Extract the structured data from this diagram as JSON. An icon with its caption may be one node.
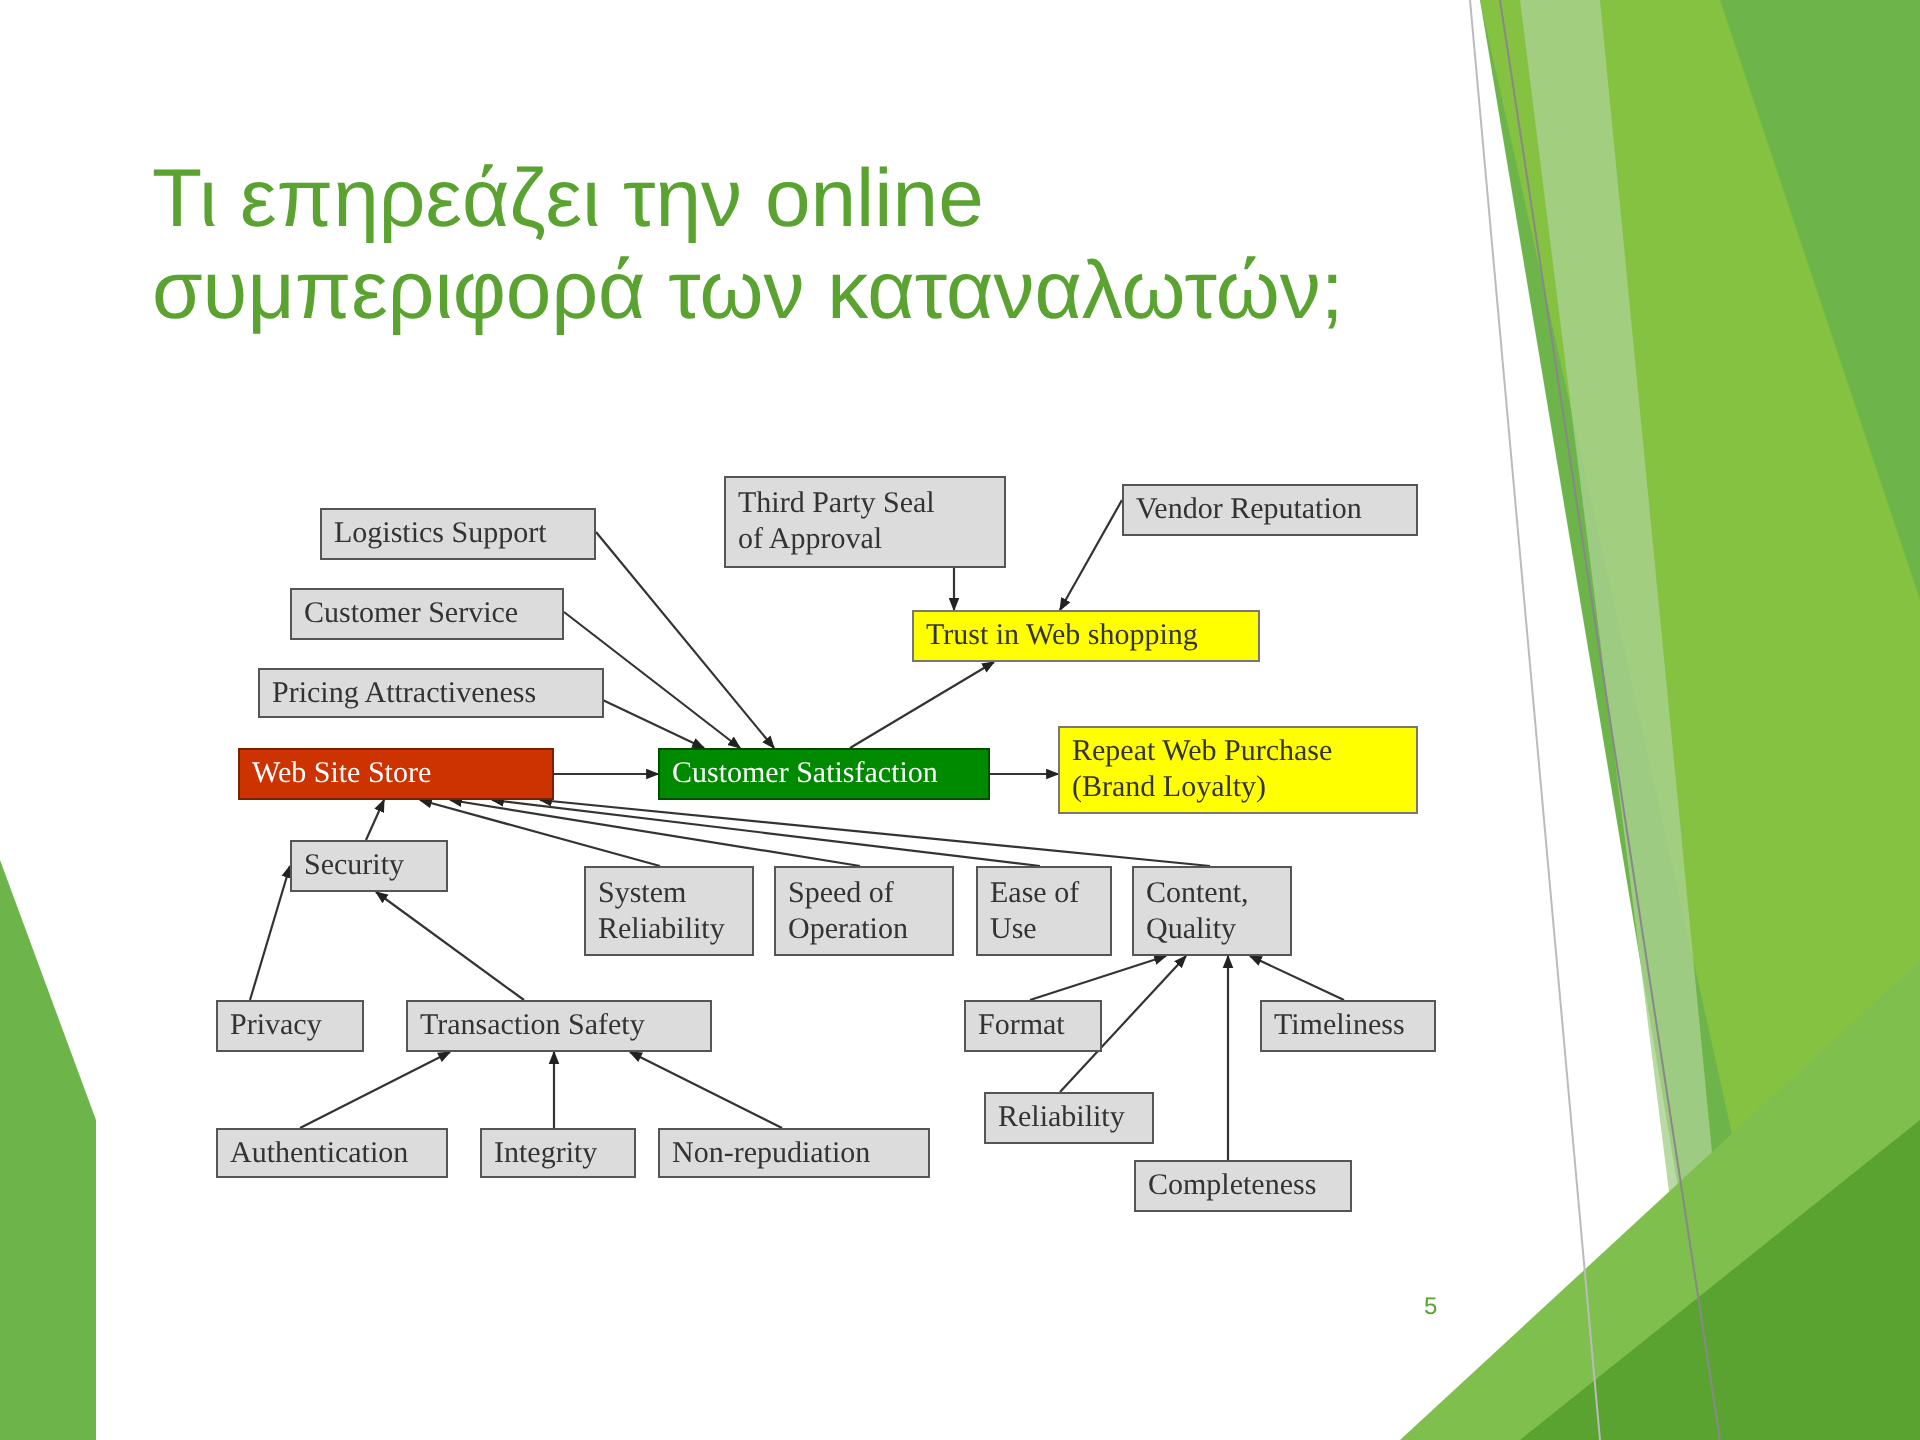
{
  "diagram": {
    "title": "Τι επηρεάζει την online συμπεριφορά των καταναλωτών;",
    "nodes": [
      {
        "text": [
          "Logistics Support"
        ]
      },
      {
        "text": [
          "Third Party Seal of Approval"
        ]
      },
      {
        "text": [
          "Vendor Reputation"
        ]
      },
      {
        "text": [
          "Customer Service"
        ]
      },
      {
        "text": [
          "Trust in Web shopping"
        ]
      },
      {
        "text": [
          "Pricing Attractiveness"
        ]
      },
      {
        "text": [
          "Web Site Store"
        ]
      },
      {
        "text": [
          "Customer Satisfaction"
        ]
      },
      {
        "text": [
          "Repeat Web Purchase (Brand Loyalty)"
        ]
      },
      {
        "text": [
          "Security"
        ]
      },
      {
        "text": [
          "System Reliability"
        ]
      },
      {
        "text": [
          "Speed of Operation"
        ]
      },
      {
        "text": [
          "Ease of Use"
        ]
      },
      {
        "text": [
          "Content, Quality"
        ]
      },
      {
        "text": [
          "Privacy"
        ]
      },
      {
        "text": [
          "Transaction Safety"
        ]
      },
      {
        "text": [
          "Format"
        ]
      },
      {
        "text": [
          "Timeliness"
        ]
      },
      {
        "text": [
          "Reliability"
        ]
      },
      {
        "text": [
          "Authentication"
        ]
      },
      {
        "text": [
          "Integrity"
        ]
      },
      {
        "text": [
          "Non-repudiation"
        ]
      },
      {
        "text": [
          "Completeness"
        ]
      }
    ],
    "edges": [
      {
        "from": 0,
        "to": 7,
        "arrow": "to"
      },
      {
        "from": 3,
        "to": 7,
        "arrow": "to"
      },
      {
        "from": 5,
        "to": 7,
        "arrow": "to"
      },
      {
        "from": 7,
        "to": 4,
        "arrow": "to"
      },
      {
        "from": 1,
        "to": 4,
        "arrow": "to"
      },
      {
        "from": 2,
        "to": 4,
        "arrow": "to"
      },
      {
        "from": 6,
        "to": 7,
        "arrow": "to"
      },
      {
        "from": 7,
        "to": 8,
        "arrow": "to"
      },
      {
        "from": 9,
        "to": 6,
        "arrow": "to"
      },
      {
        "from": 10,
        "to": 6,
        "arrow": "to"
      },
      {
        "from": 11,
        "to": 6,
        "arrow": "to"
      },
      {
        "from": 12,
        "to": 6,
        "arrow": "to"
      },
      {
        "from": 13,
        "to": 6,
        "arrow": "to"
      },
      {
        "from": 14,
        "to": 9,
        "arrow": "to"
      },
      {
        "from": 15,
        "to": 9,
        "arrow": "to"
      },
      {
        "from": 19,
        "to": 15,
        "arrow": "to"
      },
      {
        "from": 20,
        "to": 15,
        "arrow": "to"
      },
      {
        "from": 21,
        "to": 15,
        "arrow": "to"
      },
      {
        "from": 16,
        "to": 13,
        "arrow": "to"
      },
      {
        "from": 18,
        "to": 13,
        "arrow": "to"
      },
      {
        "from": 22,
        "to": 13,
        "arrow": "to"
      },
      {
        "from": 17,
        "to": 13,
        "arrow": "to"
      }
    ],
    "labels": [
      "5"
    ]
  }
}
